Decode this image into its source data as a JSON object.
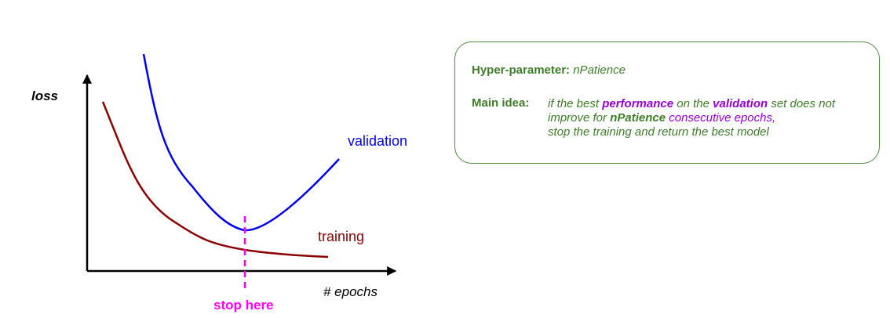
{
  "plot": {
    "y_label": "loss",
    "x_label": "# epochs",
    "validation_label": "validation",
    "training_label": "training",
    "stop_label": "stop here"
  },
  "colors": {
    "validation": "#0000ee",
    "training": "#8b0000",
    "stop": "#ff00ff",
    "box_border": "#4e8a3e",
    "green": "#3f7d2b",
    "purple": "#9400d3"
  },
  "info": {
    "hyper_label": "Hyper-parameter:",
    "hyper_value": "nPatience",
    "main_label": "Main idea:",
    "line1_a": "if the best ",
    "line1_b": "performance",
    "line1_c": " on the ",
    "line1_d": "validation",
    "line1_e": " set does not",
    "line2_a": "improve for ",
    "line2_b": "nPatience",
    "line2_c": " consecutive epochs,",
    "line3": "stop the training and return the best model"
  }
}
